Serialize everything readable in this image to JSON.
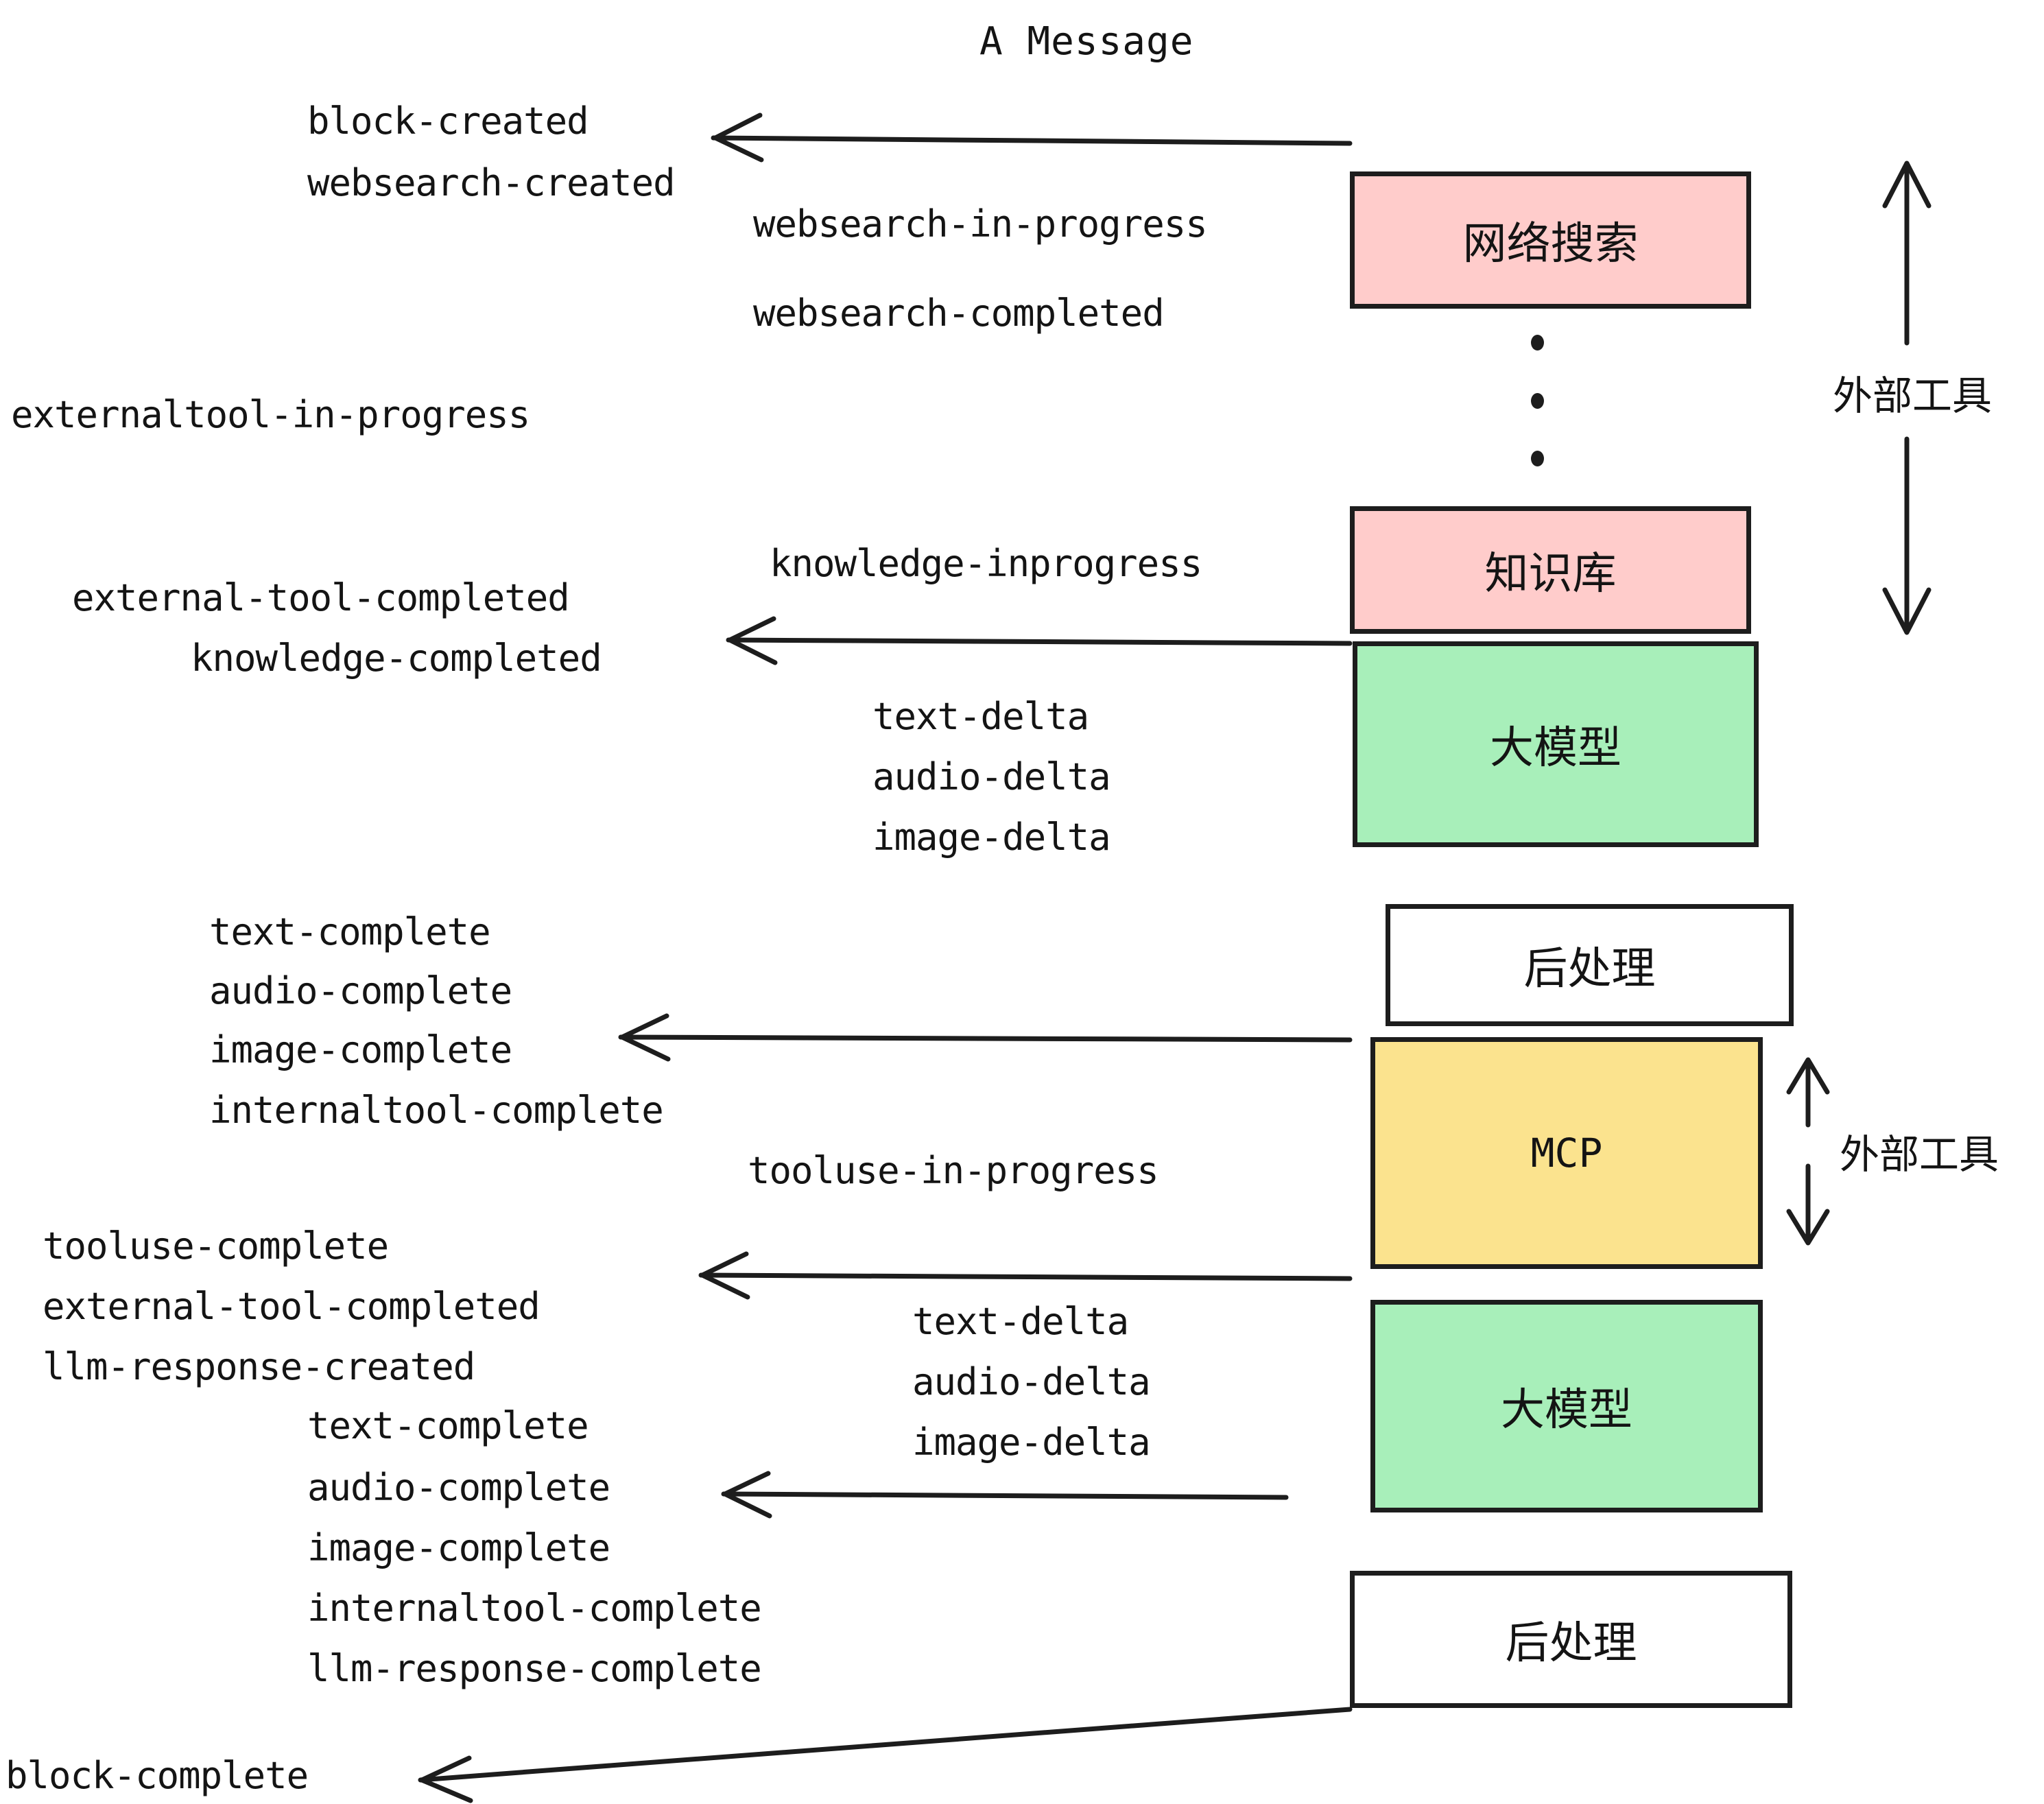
{
  "title": "A Message",
  "boxes": [
    {
      "id": "websearch",
      "label": "网络搜索",
      "color": "#FFCCCB",
      "kind": "cjk"
    },
    {
      "id": "knowledge",
      "label": "知识库",
      "color": "#FFCCCB",
      "kind": "cjk"
    },
    {
      "id": "llm-1",
      "label": "大模型",
      "color": "#A8EFBA",
      "kind": "cjk"
    },
    {
      "id": "postproc-1",
      "label": "后处理",
      "color": "#FFFFFF",
      "kind": "cjk"
    },
    {
      "id": "mcp",
      "label": "MCP",
      "color": "#FBE38E",
      "kind": "latin"
    },
    {
      "id": "llm-2",
      "label": "大模型",
      "color": "#A8EFBA",
      "kind": "cjk"
    },
    {
      "id": "postproc-2",
      "label": "后处理",
      "color": "#FFFFFF",
      "kind": "cjk"
    }
  ],
  "side_labels": [
    {
      "id": "external-tools-top",
      "label": "外部工具"
    },
    {
      "id": "external-tools-bottom",
      "label": "外部工具"
    }
  ],
  "events": {
    "block_created": "block-created",
    "websearch_created": "websearch-created",
    "websearch_in_progress": "websearch-in-progress",
    "websearch_completed": "websearch-completed",
    "externaltool_in_progress": "externaltool-in-progress",
    "knowledge_inprogress": "knowledge-inprogress",
    "external_tool_completed_1": "external-tool-completed",
    "knowledge_completed": "knowledge-completed",
    "text_delta_1": "text-delta",
    "audio_delta_1": "audio-delta",
    "image_delta_1": "image-delta",
    "text_complete_1": "text-complete",
    "audio_complete_1": "audio-complete",
    "image_complete_1": "image-complete",
    "internaltool_complete_1": "internaltool-complete",
    "tooluse_in_progress": "tooluse-in-progress",
    "tooluse_complete": "tooluse-complete",
    "external_tool_completed_2": "external-tool-completed",
    "llm_response_created": "llm-response-created",
    "text_delta_2": "text-delta",
    "audio_delta_2": "audio-delta",
    "image_delta_2": "image-delta",
    "text_complete_2": "text-complete",
    "audio_complete_2": "audio-complete",
    "image_complete_2": "image-complete",
    "internaltool_complete_2": "internaltool-complete",
    "llm_response_complete": "llm-response-complete",
    "block_complete": "block-complete"
  },
  "colors": {
    "ink": "#1d1d1d",
    "pink": "#FFCCCB",
    "green": "#A8EFBA",
    "yellow": "#FBE38E",
    "white": "#FFFFFF",
    "background": "#FFFFFF"
  }
}
